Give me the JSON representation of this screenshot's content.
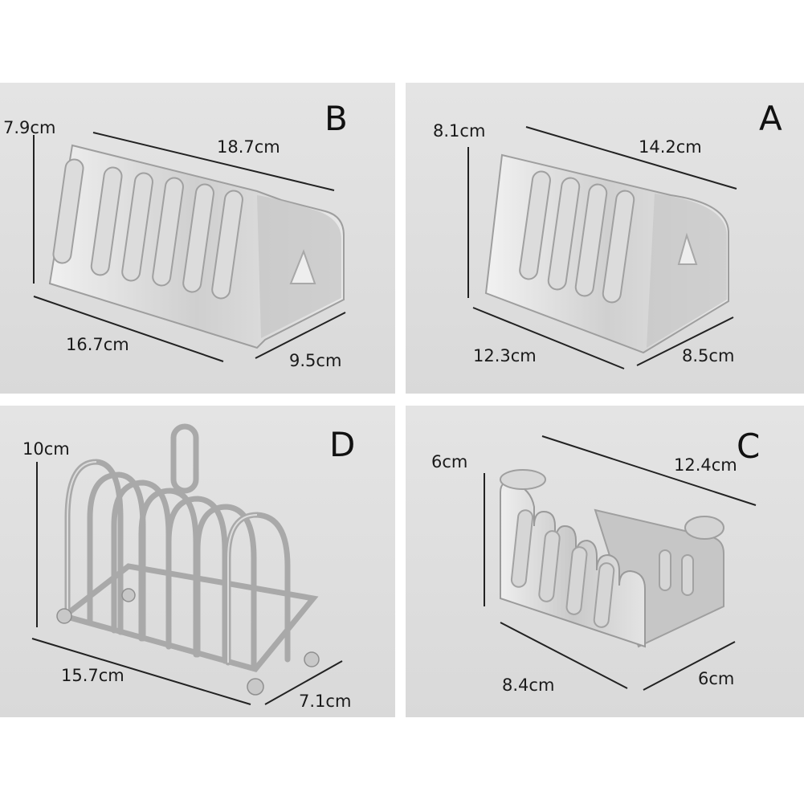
{
  "panels": {
    "B": {
      "letter": "B",
      "height": "7.9cm",
      "top_length": "18.7cm",
      "bottom_length": "16.7cm",
      "depth": "9.5cm"
    },
    "A": {
      "letter": "A",
      "height": "8.1cm",
      "top_length": "14.2cm",
      "bottom_length": "12.3cm",
      "depth": "8.5cm"
    },
    "D": {
      "letter": "D",
      "height": "10cm",
      "bottom_length": "15.7cm",
      "depth": "7.1cm"
    },
    "C": {
      "letter": "C",
      "height": "6cm",
      "top_length": "12.4cm",
      "bottom_length": "8.4cm",
      "depth": "6cm"
    }
  },
  "colors": {
    "panel_bg": "#dedede",
    "metal_light": "#e6e6e6",
    "metal_dark": "#a9a9a9",
    "wire": "#b8b8b8"
  }
}
